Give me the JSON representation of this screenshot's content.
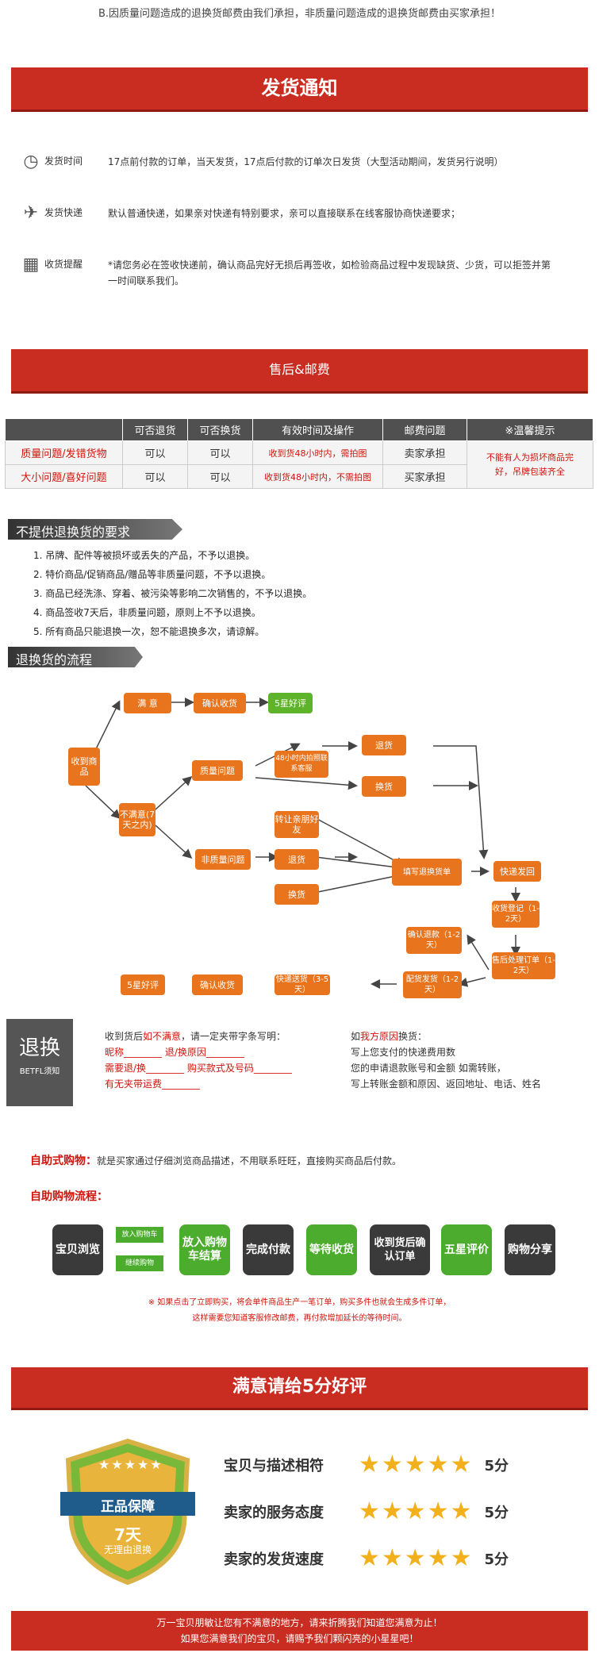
{
  "top_note": "B.因质量问题造成的退换货邮费由我们承担，非质量问题造成的退换货邮费由买家承担！",
  "ship": {
    "title": "发货通知",
    "rows": [
      {
        "icon": "clock-icon",
        "label": "发货时间",
        "text": "17点前付款的订单，当天发货，17点后付款的订单次日发货（大型活动期间，发货另行说明）"
      },
      {
        "icon": "airplane-icon",
        "label": "发货快递",
        "text": "默认普通快递，如果亲对快递有特别要求，亲可以直接联系在线客服协商快递要求；"
      },
      {
        "icon": "grid-icon",
        "label": "收货提醒",
        "text": "*请您务必在签收快递前，确认商品完好无损后再签收，如检验商品过程中发现缺货、少货，可以拒签并第一时间联系我们。"
      }
    ]
  },
  "after": {
    "title": "售后&邮费",
    "headers": [
      "",
      "可否退货",
      "可否换货",
      "有效时间及操作",
      "邮费问题",
      "※温馨提示"
    ],
    "rows": [
      [
        "质量问题/发错货物",
        "可以",
        "可以",
        "收到货48小时内，需拍图",
        "卖家承担"
      ],
      [
        "大小问题/喜好问题",
        "可以",
        "可以",
        "收到货48小时内，不需拍图",
        "买家承担"
      ]
    ],
    "tip": "不能有人为损坏商品完好，吊牌包装齐全"
  },
  "rules": {
    "title": "不提供退换货的要求",
    "items": [
      "1. 吊牌、配件等被损坏或丢失的产品，不予以退换。",
      "2. 特价商品/促销商品/赠品等非质量问题，不予以退换。",
      "3. 商品已经洗涤、穿着、被污染等影响二次销售的，不予以退换。",
      "4. 商品签收7天后，非质量问题，原则上不予以退换。",
      "5. 所有商品只能退换一次，恕不能退换多次，请谅解。"
    ]
  },
  "flow": {
    "title": "退换货的流程",
    "nodes": {
      "recv": "收到商品",
      "satisfied": "满 意",
      "confirm1": "确认收货",
      "five1": "5星好评",
      "unsat": "不满意(7天之内)",
      "quality": "质量问题",
      "h48": "48小时内拍照联系客服",
      "refund1": "退货",
      "exch1": "换货",
      "nonq": "非质量问题",
      "friend": "转让亲朋好友",
      "refund2": "退货",
      "exch2": "换货",
      "form": "填写退换货单",
      "express": "快递发回",
      "recvreg": "收货登记（1-2天）",
      "confirmrefund": "确认退款（1-2天）",
      "process": "售后处理订单（1-2天）",
      "reship": "配货发货（1-2天）",
      "delivery": "快递送货（3-5天）",
      "confirm2": "确认收货",
      "five2": "5星好评"
    }
  },
  "notice": {
    "logo_big": "退换",
    "logo_small": "BETFL须知",
    "left_head_a": "收到货后",
    "left_head_b": "如不满意",
    "left_head_c": "，请一定夹带字条写明：",
    "left_lines": [
      "昵称________  退/换原因________",
      "需要退/换________  购买款式及号码________",
      "有无夹带运费________"
    ],
    "right_head_a": "如",
    "right_head_b": "我方原因",
    "right_head_c": "换货：",
    "right_lines": [
      "写上您支付的快递费用数",
      "您的申请退款账号和金额 如需转账，",
      "写上转账金额和原因、返回地址、电话、姓名"
    ]
  },
  "self": {
    "label": "自助式购物：",
    "text": "就是买家通过仔细浏览商品描述，不用联系旺旺，直接购买商品后付款。",
    "flow_label": "自助购物流程：",
    "steps": [
      "宝贝浏览",
      "放入购物车结算",
      "完成付款",
      "等待收货",
      "收到货后确认订单",
      "五星评价",
      "购物分享"
    ],
    "mini1": "放入购物车",
    "mini2": "继续购物",
    "note1": "※ 如果点击了立即购买，将会单件商品生产一笔订单，购买多件也就会生成多件订单，",
    "note2": "这样需要您知道客服修改邮费，再付款增加延长的等待时间。"
  },
  "rating": {
    "title": "满意请给5分好评",
    "shield_top": "正品保障",
    "shield_days": "7天",
    "shield_sub": "无理由退换",
    "items": [
      {
        "label": "宝贝与描述相符",
        "score": "5分"
      },
      {
        "label": "卖家的服务态度",
        "score": "5分"
      },
      {
        "label": "卖家的发货速度",
        "score": "5分"
      }
    ],
    "footer1": "万一宝贝朋敏让您有不满意的地方，请来折腾我们知道您满意为止！",
    "footer2": "如果您满意我们的宝贝，请赐予我们颗闪亮的小星星吧！"
  }
}
